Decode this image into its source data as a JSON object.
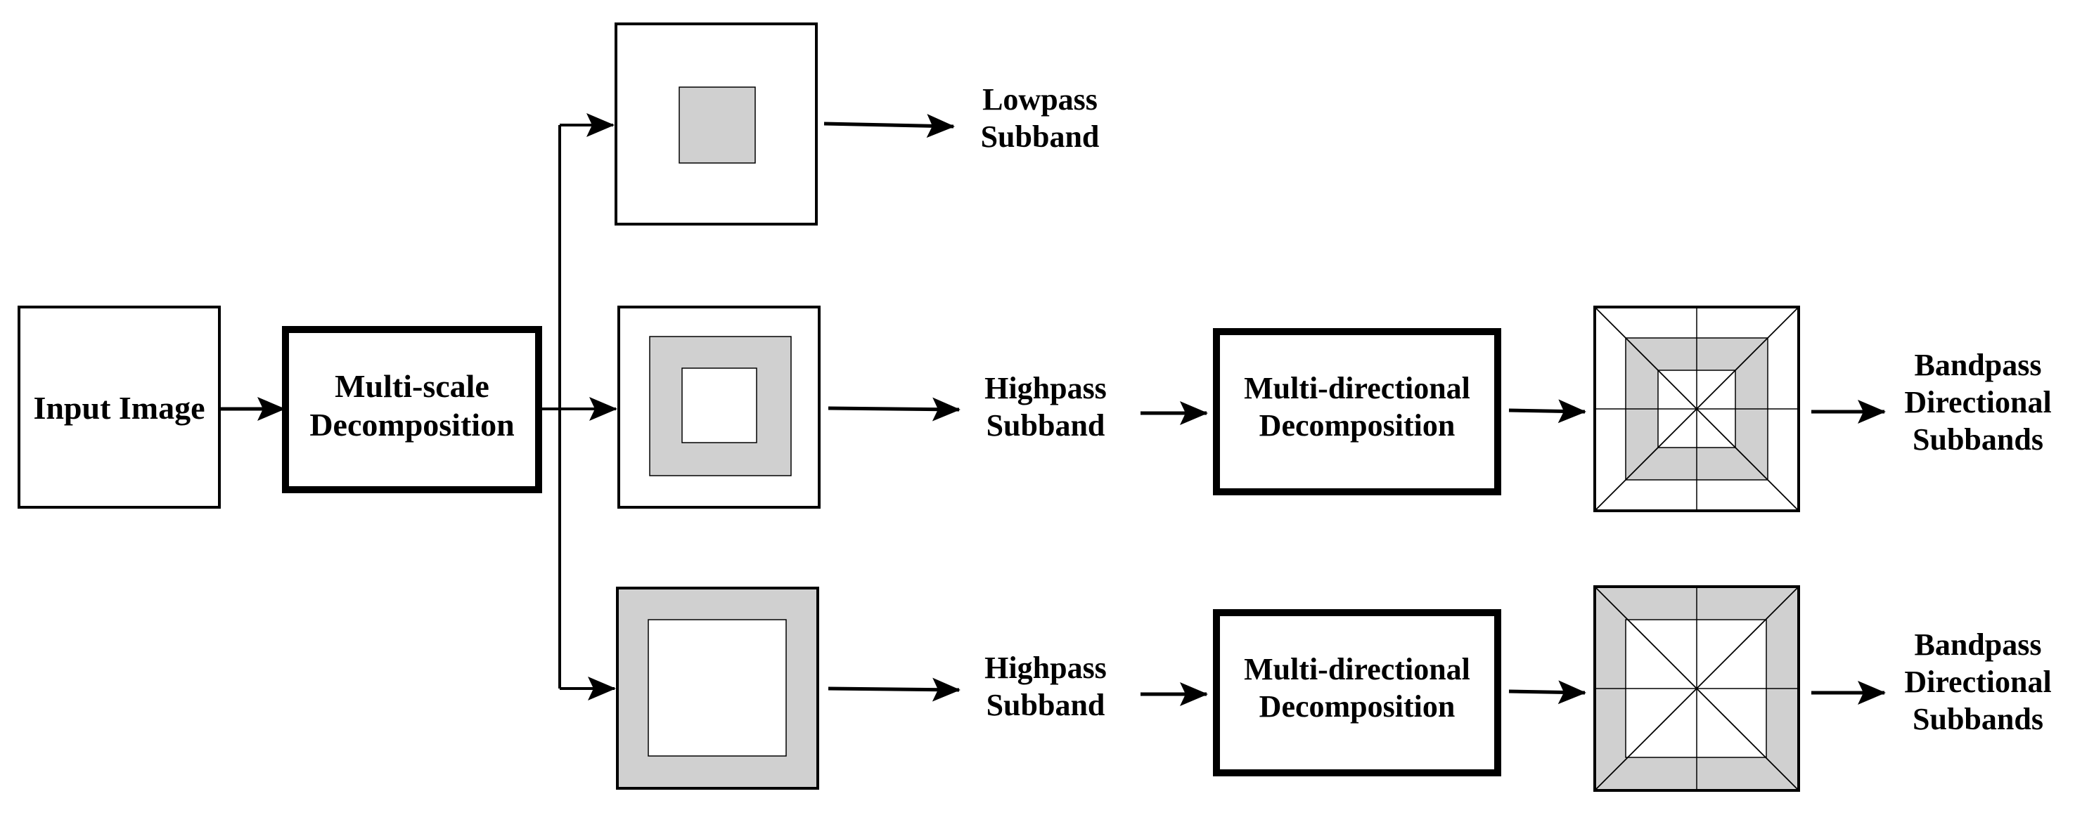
{
  "colors": {
    "stroke": "#000000",
    "fill_gray": "#d0d0d0",
    "background": "#ffffff"
  },
  "nodes": {
    "input_image": {
      "label": "Input Image"
    },
    "multiscale": {
      "line1": "Multi-scale",
      "line2": "Decomposition"
    },
    "lowpass": {
      "line1": "Lowpass",
      "line2": "Subband"
    },
    "highpass_1": {
      "line1": "Highpass",
      "line2": "Subband"
    },
    "highpass_2": {
      "line1": "Highpass",
      "line2": "Subband"
    },
    "multidir_1": {
      "line1": "Multi-directional",
      "line2": "Decomposition"
    },
    "multidir_2": {
      "line1": "Multi-directional",
      "line2": "Decomposition"
    },
    "bandpass_1": {
      "line1": "Bandpass",
      "line2": "Directional",
      "line3": "Subbands"
    },
    "bandpass_2": {
      "line1": "Bandpass",
      "line2": "Directional",
      "line3": "Subbands"
    }
  }
}
